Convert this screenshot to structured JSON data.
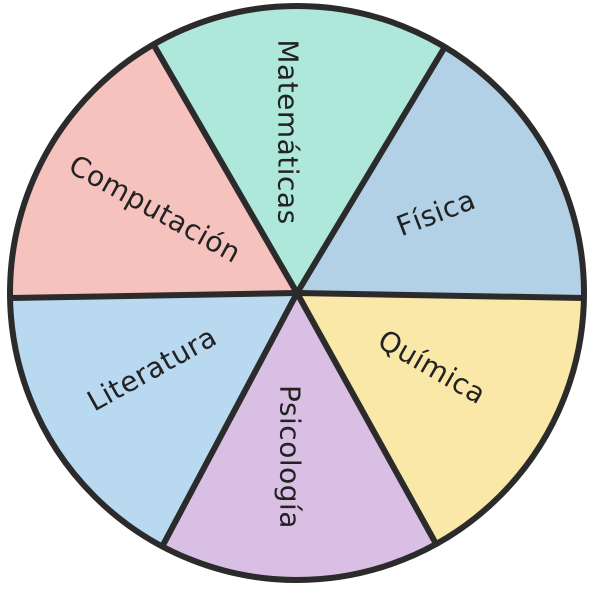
{
  "wheel": {
    "sectors": [
      {
        "label": "Matemáticas",
        "color": "#ade8da"
      },
      {
        "label": "Física",
        "color": "#b3d1e6"
      },
      {
        "label": "Química",
        "color": "#f9e8a8"
      },
      {
        "label": "Psicología",
        "color": "#d9bfe3"
      },
      {
        "label": "Literatura",
        "color": "#b9d9f1"
      },
      {
        "label": "Computación",
        "color": "#f6c2be"
      }
    ],
    "outline_color": "#2b2b2b"
  }
}
